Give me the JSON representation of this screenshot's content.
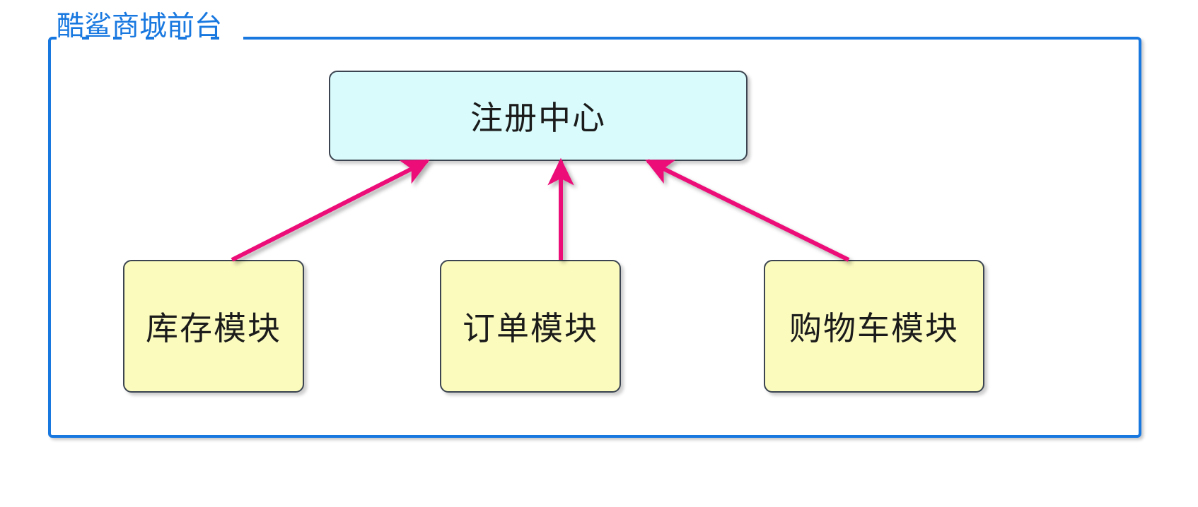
{
  "diagram": {
    "boundary": {
      "title": "酷鲨商城前台",
      "border_color": "#1878e0"
    },
    "nodes": [
      {
        "id": "registry",
        "label": "注册中心",
        "fill": "#d9fbfb",
        "border": "#3b4450"
      },
      {
        "id": "inventory",
        "label": "库存模块",
        "fill": "#fbfbbe",
        "border": "#3b4450"
      },
      {
        "id": "order",
        "label": "订单模块",
        "fill": "#fbfbbe",
        "border": "#3b4450"
      },
      {
        "id": "cart",
        "label": "购物车模块",
        "fill": "#fbfbbe",
        "border": "#3b4450"
      }
    ],
    "edges": [
      {
        "id": "inventory-to-registry",
        "from": "inventory",
        "to": "registry",
        "color": "#ec0d79",
        "arrow": "to"
      },
      {
        "id": "order-to-registry",
        "from": "order",
        "to": "registry",
        "color": "#ec0d79",
        "arrow": "to"
      },
      {
        "id": "cart-to-registry",
        "from": "cart",
        "to": "registry",
        "color": "#ec0d79",
        "arrow": "to"
      }
    ],
    "colors": {
      "arrow": "#ec0d79",
      "registry_fill": "#d9fbfb",
      "module_fill": "#fbfbbe",
      "node_border": "#3b4450",
      "boundary_border": "#1878e0",
      "background": "#ffffff"
    }
  }
}
